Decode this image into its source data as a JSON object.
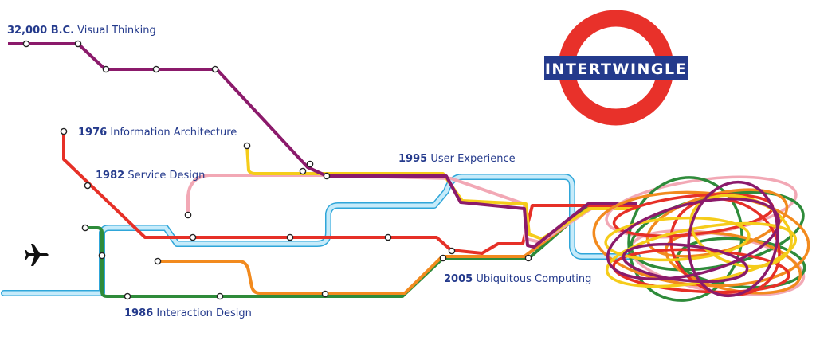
{
  "labels": {
    "visual_thinking": {
      "year": "32,000 B.C.",
      "name": "Visual Thinking"
    },
    "information_architecture": {
      "year": "1976",
      "name": "Information Architecture"
    },
    "service_design": {
      "year": "1982",
      "name": "Service Design"
    },
    "user_experience": {
      "year": "1995",
      "name": "User Experience"
    },
    "ubiquitous_computing": {
      "year": "2005",
      "name": "Ubiquitous Computing"
    },
    "interaction_design": {
      "year": "1986",
      "name": "Interaction Design"
    }
  },
  "logo": {
    "text": "INTERTWINGLE"
  },
  "icons": {
    "airport": "airplane-icon",
    "roundel": "underground-roundel"
  },
  "colors": {
    "visual_thinking": "#8b1a6b",
    "information_architecture": "#e63027",
    "service_design": "#f2a8b5",
    "user_experience": "#a9dcf2",
    "ubiquitous_computing": "#f28a1e",
    "interaction_design": "#2e8b3a",
    "yellow_line": "#f5cc1a",
    "label_text": "#243a8c",
    "roundel_red": "#e8312a",
    "roundel_bar": "#243a8c"
  }
}
